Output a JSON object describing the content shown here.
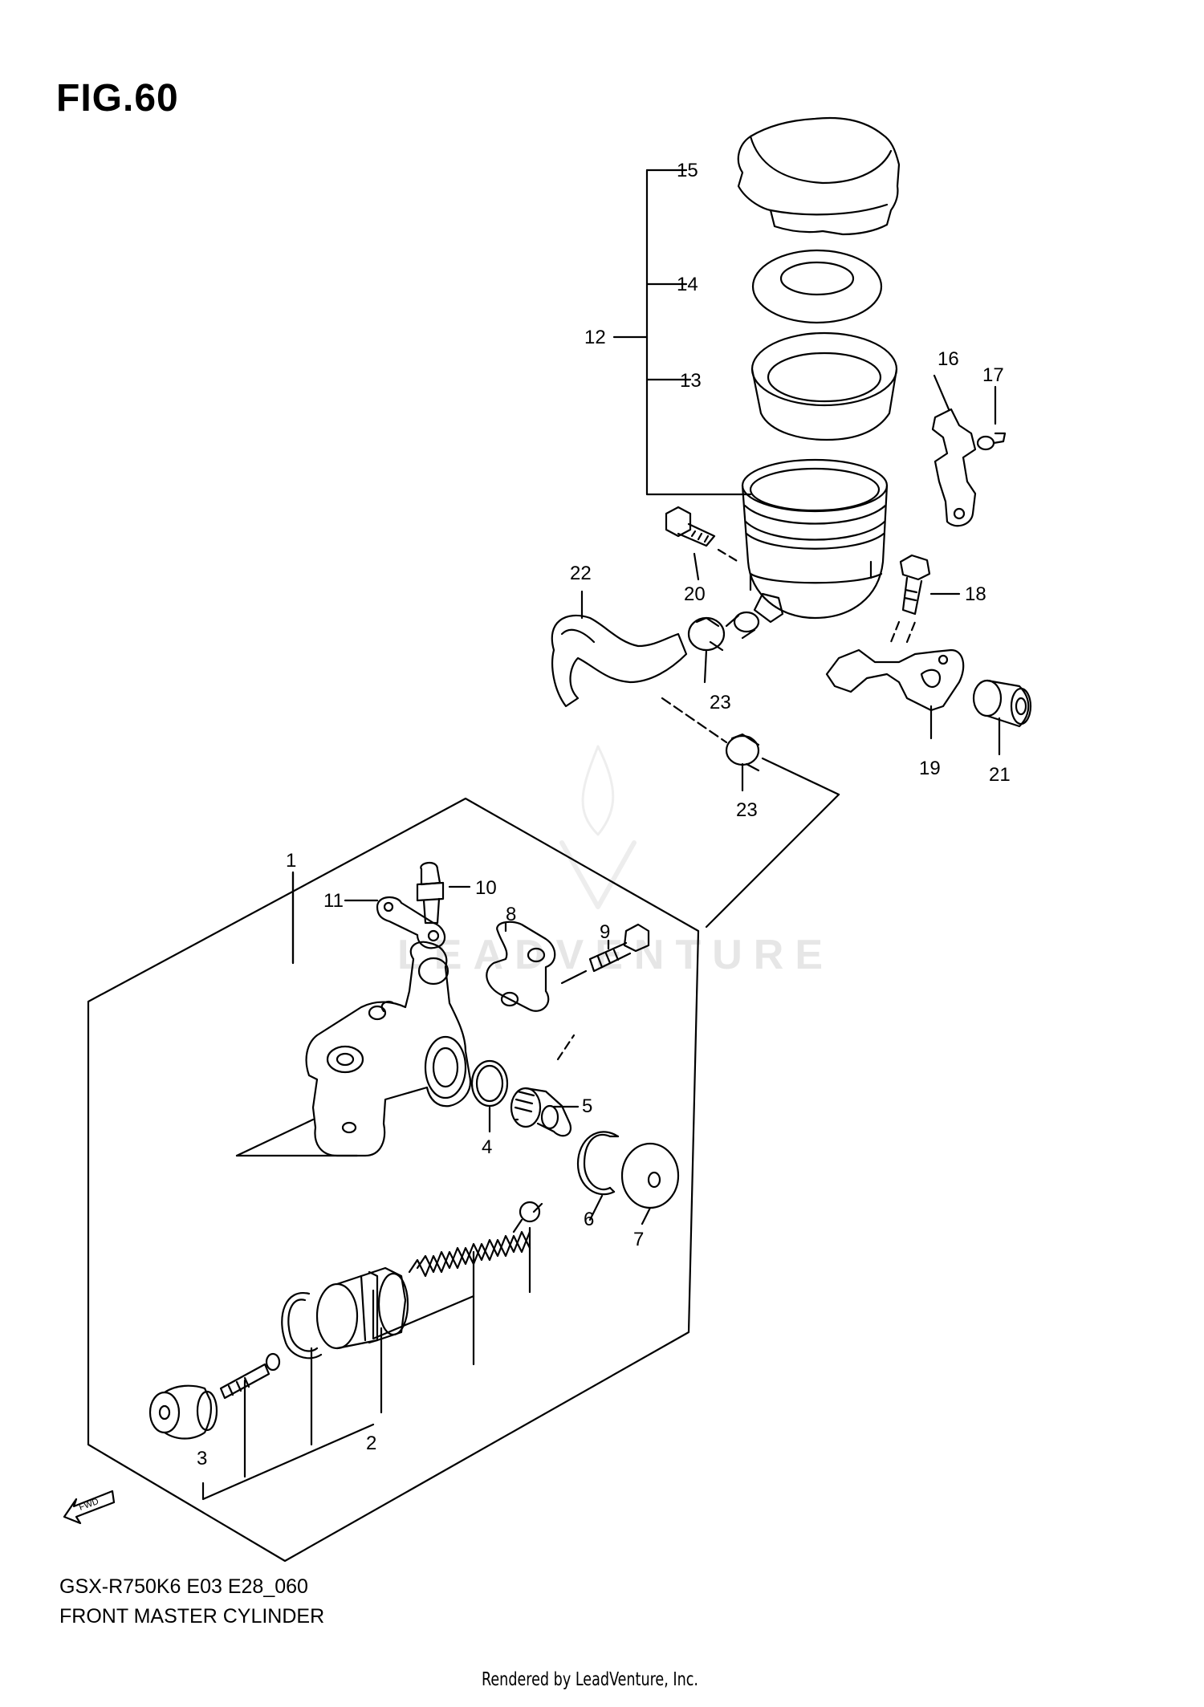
{
  "figure": {
    "title": "FIG.60"
  },
  "footer": {
    "model_code": "GSX-R750K6 E03 E28_060",
    "caption": "FRONT MASTER CYLINDER",
    "rendered_by": "Rendered by LeadVenture, Inc."
  },
  "watermark": {
    "text": "LEADVENTURE"
  },
  "fwd_label": "FWD",
  "callouts": [
    {
      "num": "1",
      "part": "master-cylinder-assy"
    },
    {
      "num": "2",
      "part": "piston-cup-set"
    },
    {
      "num": "3",
      "part": "boot"
    },
    {
      "num": "4",
      "part": "o-ring"
    },
    {
      "num": "5",
      "part": "connector"
    },
    {
      "num": "6",
      "part": "circlip"
    },
    {
      "num": "7",
      "part": "cap"
    },
    {
      "num": "8",
      "part": "holder"
    },
    {
      "num": "9",
      "part": "bolt"
    },
    {
      "num": "10",
      "part": "bleeder-valve"
    },
    {
      "num": "11",
      "part": "cap"
    },
    {
      "num": "12",
      "part": "reservoir-assy"
    },
    {
      "num": "13",
      "part": "plate"
    },
    {
      "num": "14",
      "part": "diaphragm"
    },
    {
      "num": "15",
      "part": "reservoir-cap"
    },
    {
      "num": "16",
      "part": "bracket"
    },
    {
      "num": "17",
      "part": "screw"
    },
    {
      "num": "18",
      "part": "bolt"
    },
    {
      "num": "19",
      "part": "bracket"
    },
    {
      "num": "20",
      "part": "bolt"
    },
    {
      "num": "21",
      "part": "cushion"
    },
    {
      "num": "22",
      "part": "hose"
    },
    {
      "num": "23",
      "part": "clamp"
    },
    {
      "num": "23",
      "part": "clamp"
    }
  ]
}
